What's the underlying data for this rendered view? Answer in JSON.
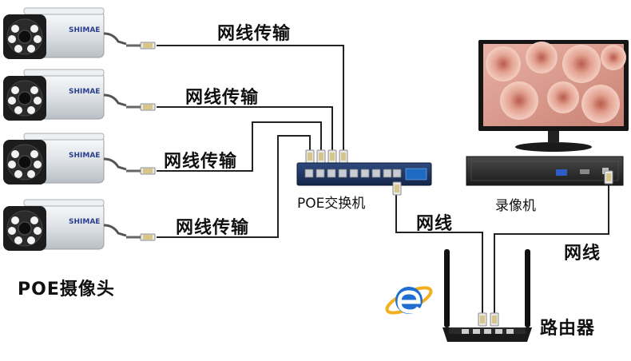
{
  "labels": {
    "cable_1": "网线传输",
    "cable_2": "网线传输",
    "cable_3": "网线传输",
    "cable_4": "网线传输",
    "cameras": "POE摄像头",
    "switch": "POE交换机",
    "nvr": "录像机",
    "cable_switch_router": "网线",
    "cable_nvr_router": "网线",
    "router": "路由器"
  },
  "camera_brand": "SHIMAE",
  "camera_count": 4,
  "colors": {
    "wire": "#222222",
    "switch_body": "#1b2f57",
    "camera_body": "#e4e7ea",
    "monitor_frame": "#1a1a1a",
    "nvr_body": "#2a2a2a",
    "ie_logo": "#1f6fd1"
  },
  "icons": [
    "camera-icon",
    "rj45-plug-icon",
    "switch-icon",
    "monitor-icon",
    "nvr-icon",
    "router-icon",
    "ie-logo-icon"
  ]
}
